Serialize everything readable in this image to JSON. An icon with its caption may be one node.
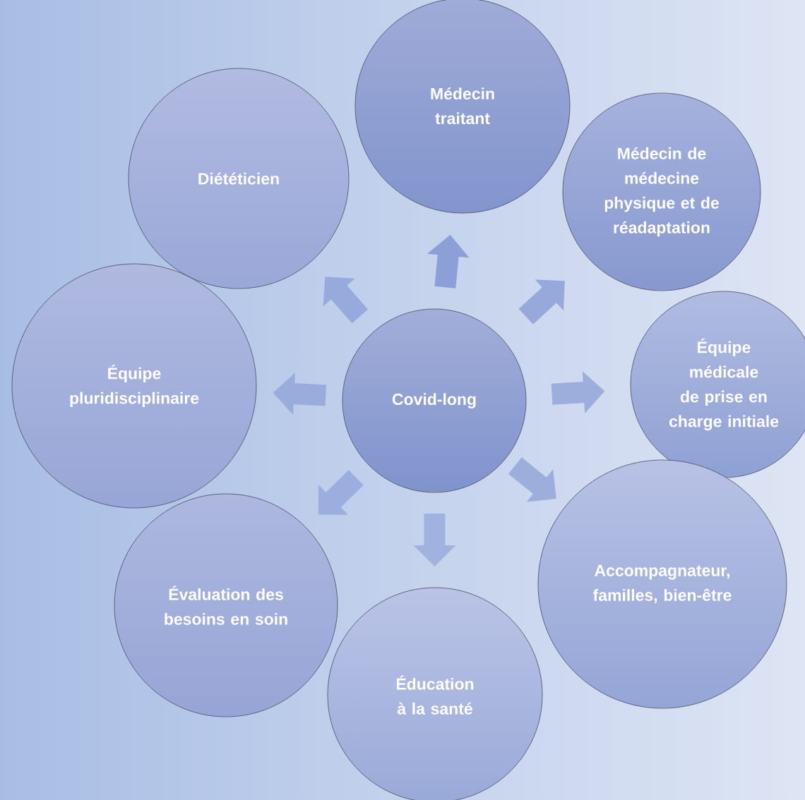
{
  "diagram": {
    "nodes": [
      {
        "text": [
          "Covid-long"
        ]
      },
      {
        "text": [
          "Médecin traitant"
        ]
      },
      {
        "text": [
          "Médecin de médecine physique et de réadaptation"
        ]
      },
      {
        "text": [
          "Équipe médicale de prise en charge initiale"
        ]
      },
      {
        "text": [
          "Accompagnateur, familles, bien-être"
        ]
      },
      {
        "text": [
          "Éducation à la santé"
        ]
      },
      {
        "text": [
          "Évaluation des besoins en soin"
        ]
      },
      {
        "text": [
          "Équipe pluridisciplinaire"
        ]
      },
      {
        "text": [
          "Diététicien"
        ]
      }
    ],
    "edges": [
      {
        "from": 0,
        "to": 1,
        "arrow": "to"
      },
      {
        "from": 0,
        "to": 2,
        "arrow": "to"
      },
      {
        "from": 0,
        "to": 3,
        "arrow": "to"
      },
      {
        "from": 0,
        "to": 4,
        "arrow": "to"
      },
      {
        "from": 0,
        "to": 5,
        "arrow": "to"
      },
      {
        "from": 0,
        "to": 6,
        "arrow": "to"
      },
      {
        "from": 0,
        "to": 7,
        "arrow": "to"
      },
      {
        "from": 0,
        "to": 8,
        "arrow": "to"
      }
    ]
  }
}
